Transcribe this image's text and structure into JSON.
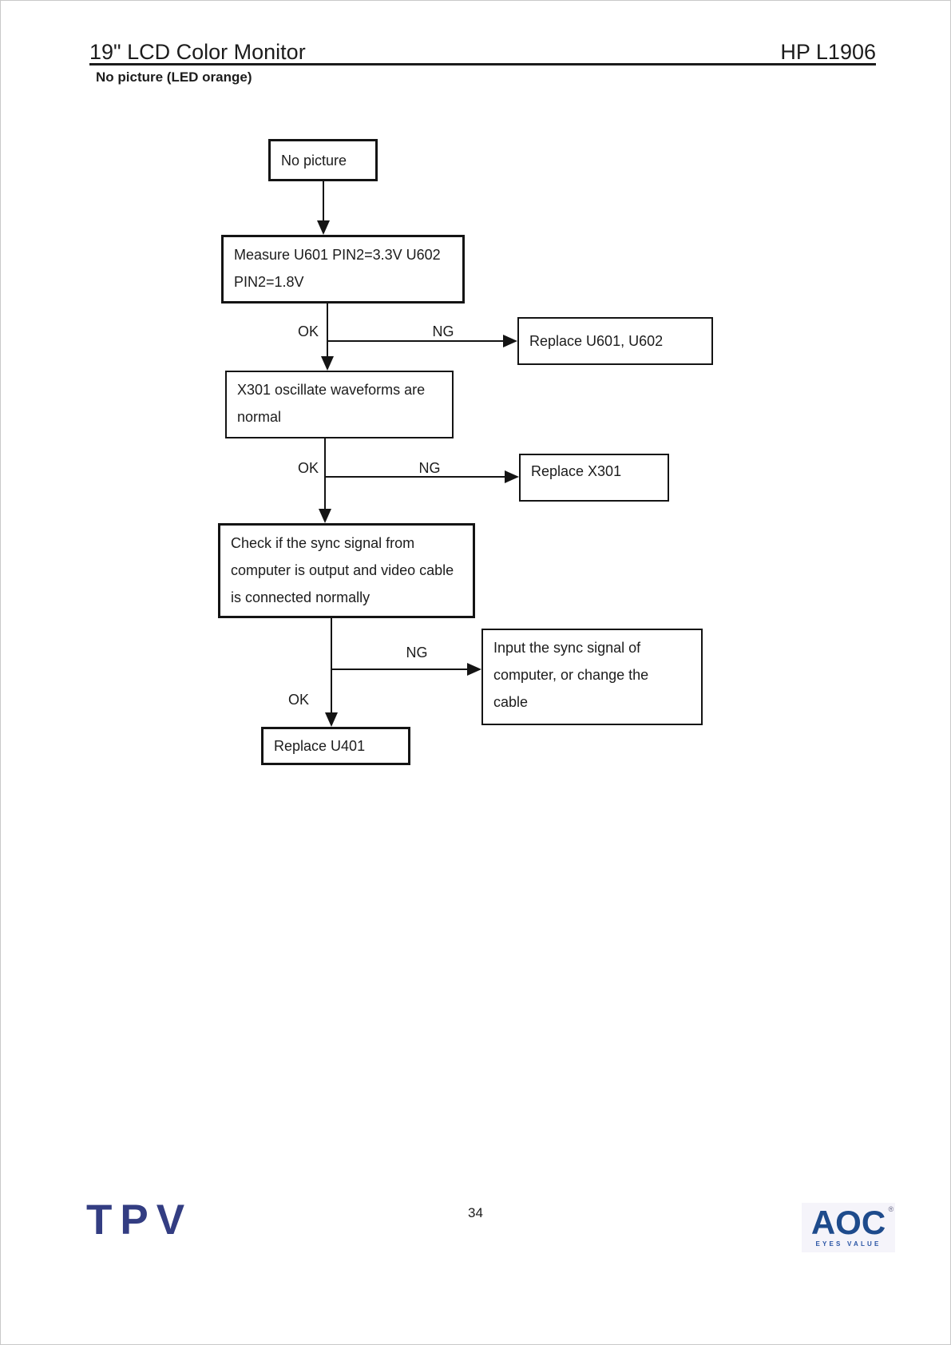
{
  "page": {
    "header": {
      "title_left": "19\" LCD Color Monitor",
      "title_right": "HP L1906",
      "subtitle": "No picture (LED orange)"
    },
    "flowchart": {
      "decision_labels": {
        "ok": "OK",
        "ng": "NG"
      },
      "boxes": {
        "no_picture": {
          "lines": [
            "No picture"
          ]
        },
        "measure_u601": {
          "lines": [
            "Measure U601 PIN2=3.3V U602",
            "PIN2=1.8V"
          ]
        },
        "replace_u601_u602": {
          "lines": [
            "Replace U601, U602"
          ]
        },
        "x301_oscillate": {
          "lines": [
            "X301 oscillate waveforms are",
            "normal"
          ]
        },
        "replace_x301": {
          "lines": [
            "Replace X301"
          ]
        },
        "check_sync": {
          "lines": [
            "Check if the sync signal from",
            "computer is output and video cable",
            "is connected normally"
          ]
        },
        "input_sync": {
          "lines": [
            "Input the sync signal of",
            "computer, or change the",
            "cable"
          ]
        },
        "replace_u401": {
          "lines": [
            "Replace U401"
          ]
        }
      }
    },
    "footer": {
      "page_number": "34",
      "tpv_logo_text": "TPV",
      "aoc_logo_text": "AOC",
      "aoc_registered_mark": "®",
      "aoc_tagline": "EYES VALUE"
    },
    "colors": {
      "text_black": "#1c1c1c",
      "tpv_navy": "#333d82",
      "aoc_navy": "#1e4b8c",
      "aoc_tagline_blue": "#2a55a5"
    }
  }
}
